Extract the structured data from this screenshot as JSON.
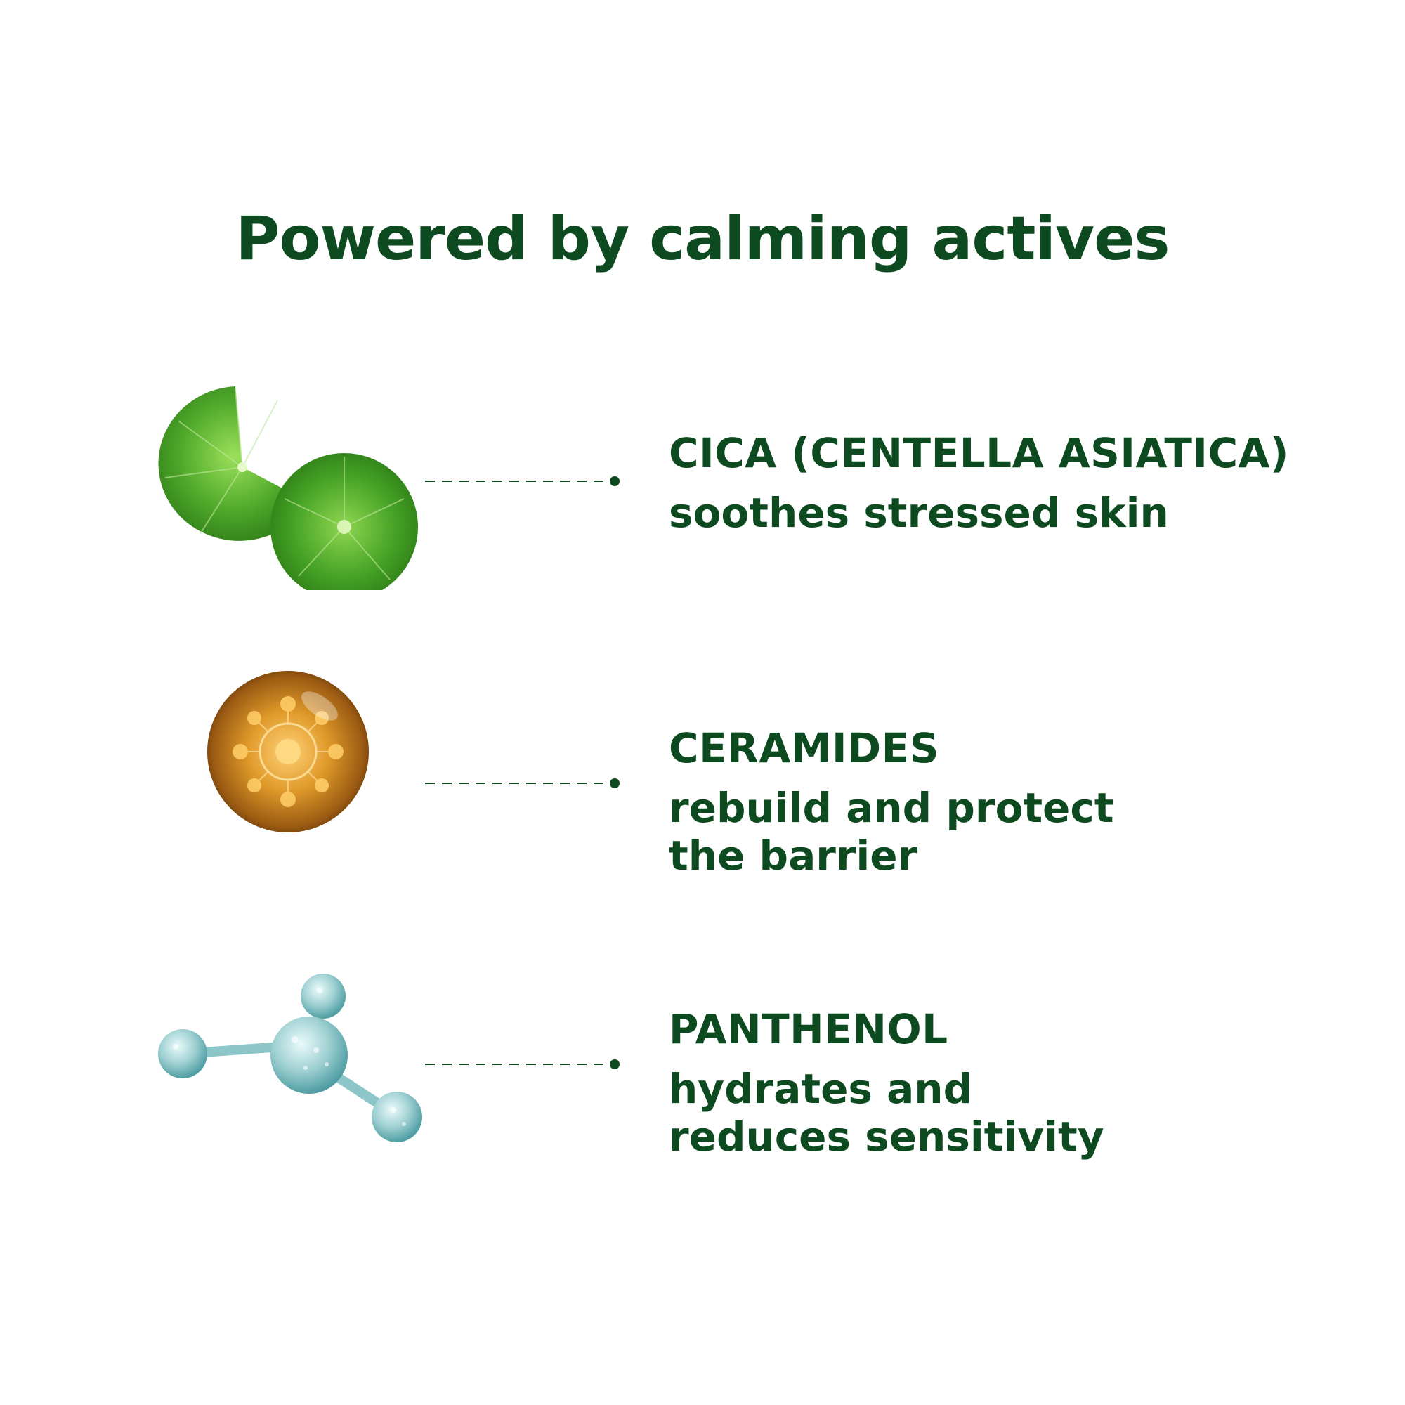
{
  "heading": "Powered by calming actives",
  "colors": {
    "text": "#0d4a1f",
    "background": "#ffffff"
  },
  "actives": [
    {
      "name": "CICA (CENTELLA ASIATICA)",
      "description": "soothes stressed skin",
      "icon": "centella-leaves"
    },
    {
      "name": "CERAMIDES",
      "description": "rebuild and protect\nthe barrier",
      "icon": "ceramide-droplet"
    },
    {
      "name": "PANTHENOL",
      "description": "hydrates and\nreduces sensitivity",
      "icon": "panthenol-molecule"
    }
  ]
}
